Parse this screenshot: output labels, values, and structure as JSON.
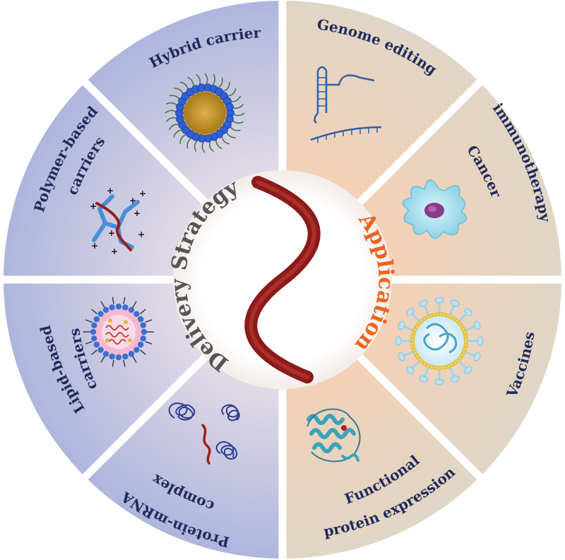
{
  "center": {
    "left_label": "Delivery Strategy",
    "right_label": "Application",
    "left_color": "#555555",
    "right_color": "#e8651f",
    "helix_color": "#8b1a1a"
  },
  "colors": {
    "left_half_fill": "#b8bfe0",
    "right_half_fill": "#e6d8c6",
    "label_color": "#1f2a5a",
    "divider": "#ffffff"
  },
  "segments": {
    "hybrid_carriers": {
      "label": "Hybrid carriers",
      "icon": "hybrid-nanoparticle-icon"
    },
    "polymer_based_carriers": {
      "line1": "Polymer-based",
      "line2": "carriers",
      "icon": "polymer-chains-icon"
    },
    "lipid_based_carriers": {
      "line1": "Lipid-based",
      "line2": "carriers",
      "icon": "lipid-nanoparticle-icon"
    },
    "protein_mrna_complex": {
      "line1": "Protein-mRNA",
      "line2": "complex",
      "icon": "protein-mrna-complex-icon"
    },
    "genome_editing": {
      "label": "Genome editing",
      "icon": "guide-rna-icon"
    },
    "cancer_immunotherapy": {
      "line1": "Cancer",
      "line2": "immunotherapy",
      "icon": "dendritic-cell-icon"
    },
    "vaccines": {
      "label": "Vaccines",
      "icon": "vaccine-particle-icon"
    },
    "functional_protein_expression": {
      "line1": "Functional",
      "line2": "protein expression",
      "icon": "protein-structure-icon"
    }
  }
}
